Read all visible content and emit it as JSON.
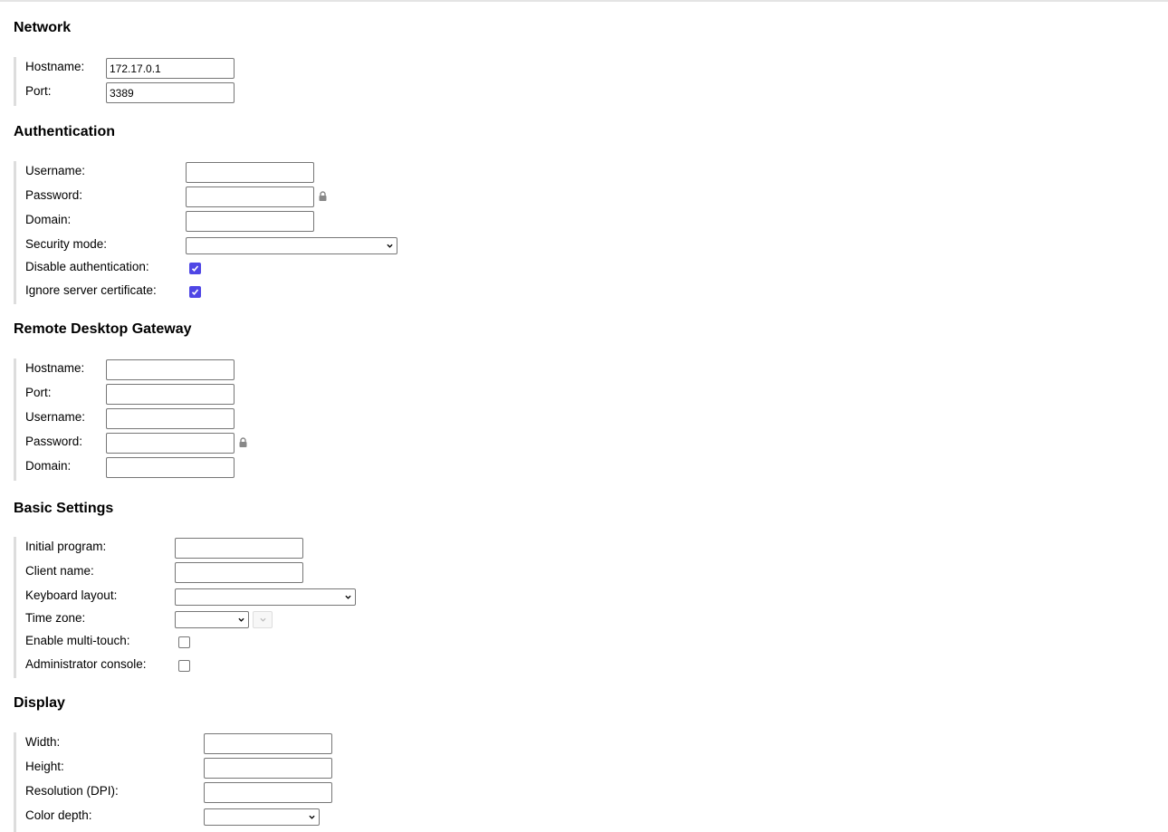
{
  "sections": {
    "network": {
      "title": "Network",
      "hostname_label": "Hostname:",
      "hostname_value": "172.17.0.1",
      "port_label": "Port:",
      "port_value": "3389"
    },
    "authentication": {
      "title": "Authentication",
      "username_label": "Username:",
      "password_label": "Password:",
      "domain_label": "Domain:",
      "security_mode_label": "Security mode:",
      "disable_auth_label": "Disable authentication:",
      "disable_auth_checked": true,
      "ignore_cert_label": "Ignore server certificate:",
      "ignore_cert_checked": true
    },
    "gateway": {
      "title": "Remote Desktop Gateway",
      "hostname_label": "Hostname:",
      "port_label": "Port:",
      "username_label": "Username:",
      "password_label": "Password:",
      "domain_label": "Domain:"
    },
    "basic": {
      "title": "Basic Settings",
      "initial_program_label": "Initial program:",
      "client_name_label": "Client name:",
      "keyboard_layout_label": "Keyboard layout:",
      "time_zone_label": "Time zone:",
      "multi_touch_label": "Enable multi-touch:",
      "multi_touch_checked": false,
      "admin_console_label": "Administrator console:",
      "admin_console_checked": false
    },
    "display": {
      "title": "Display",
      "width_label": "Width:",
      "height_label": "Height:",
      "dpi_label": "Resolution (DPI):",
      "color_depth_label": "Color depth:"
    }
  },
  "icons": {
    "lock": "lock-icon",
    "chevron": "chevron-down-icon",
    "check": "checkmark-icon"
  },
  "colors": {
    "checkbox_accent": "#4f46e5",
    "section_bar": "#dddddd"
  }
}
